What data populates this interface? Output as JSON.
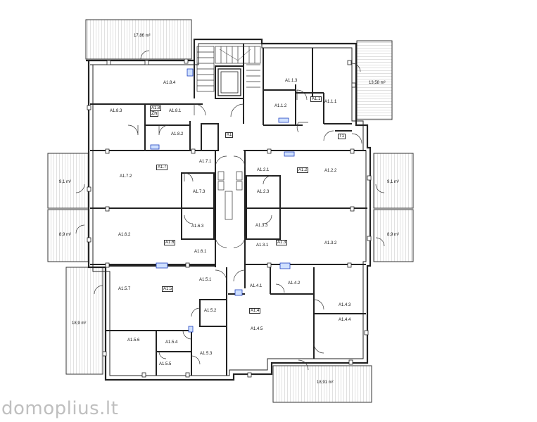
{
  "watermark": "domoplius.lt",
  "balconies": {
    "top_left": "17,86 m²",
    "top_right": "13,58 m²",
    "left_upper": "9,1 m²",
    "left_lower": "8,9 m²",
    "right_upper": "9,1 m²",
    "right_lower": "8,9 m²",
    "left_bottom": "18,9 m²",
    "bottom": "18,91 m²"
  },
  "rooms": {
    "a184": "A1.8.4",
    "a183": "A1.8.3",
    "a18box": "A1.8",
    "a181": "A1.8.1",
    "a182": "A1.8.2",
    "a113": "A1.1.3",
    "a11": "A1.1",
    "a111": "A1.1.1",
    "a112": "A1.1.2",
    "t1": "T1",
    "k1": "K1",
    "a171": "A1.7.1",
    "a172": "A1.7.2",
    "a17": "A1.7",
    "a173": "A1.7.3",
    "a121": "A1.2.1",
    "a12": "A1.2",
    "a122": "A1.2.2",
    "a123": "A1.2.3",
    "a162": "A1.6.2",
    "a163": "A1.6.3",
    "a16": "A1.6",
    "a161": "A1.6.1",
    "a133": "A1.3.3",
    "a131": "A1.3.1",
    "a13": "A1.3",
    "a132": "A1.3.2",
    "a151": "A1.5.1",
    "a157": "A1.5.7",
    "a15": "A1.5",
    "a152": "A1.5.2",
    "a156": "A1.5.6",
    "a154": "A1.5.4",
    "a153": "A1.5.3",
    "a155": "A1.5.5",
    "a141": "A1.4.1",
    "a142": "A1.4.2",
    "a143": "A1.4.3",
    "a14": "A1.4",
    "a145": "A1.4.5",
    "a144": "A1.4.4",
    "zh": "Zh"
  }
}
